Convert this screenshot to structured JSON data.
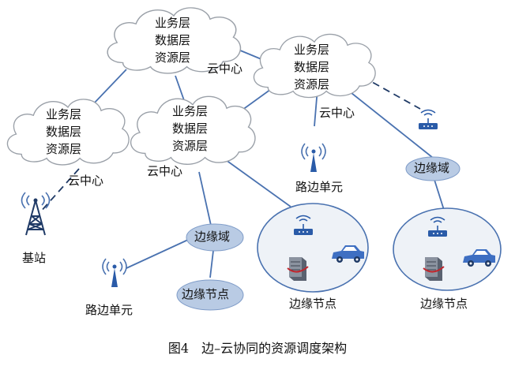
{
  "colors": {
    "line": "#4a72b0",
    "ellipse_fill": "#b9cbe4",
    "ellipse_stroke": "#7f9cc8",
    "cloud_stroke": "#9aa0a8",
    "tower": "#1f3a66",
    "device": "#2a5ba8",
    "car": "#3e6fc2"
  },
  "clouds": [
    {
      "id": "cloud-top",
      "layers": [
        "业务层",
        "数据层",
        "资源层"
      ]
    },
    {
      "id": "cloud-right",
      "layers": [
        "业务层",
        "数据层",
        "资源层"
      ]
    },
    {
      "id": "cloud-left",
      "layers": [
        "业务层",
        "数据层",
        "资源层"
      ]
    },
    {
      "id": "cloud-center",
      "layers": [
        "业务层",
        "数据层",
        "资源层"
      ]
    }
  ],
  "labels": {
    "cloud_center_top": "云中心",
    "cloud_center_right": "云中心",
    "cloud_center_left": "云中心",
    "cloud_center_middle": "云中心",
    "base_station": "基站",
    "roadside_unit_mid": "路边单元",
    "roadside_unit_low": "路边单元",
    "edge_domain_right": "边缘域",
    "edge_domain_mid": "边缘域",
    "edge_node_mid_ellipse": "边缘节点",
    "edge_node_circle_mid": "边缘节点",
    "edge_node_circle_right": "边缘节点"
  },
  "caption": "图4　边–云协同的资源调度架构",
  "icons": [
    "base-station-tower-icon",
    "antenna-icon",
    "router-icon",
    "server-icon",
    "car-icon"
  ]
}
